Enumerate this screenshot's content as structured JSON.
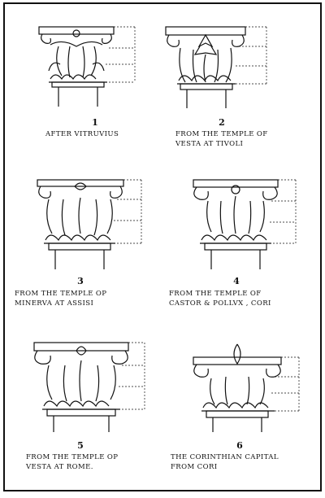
{
  "figures": [
    {
      "number": "1",
      "caption": "AFTER VITRUVIUS"
    },
    {
      "number": "2",
      "caption": "FROM THE TEMPLE OF\nVESTA AT TIVOLI"
    },
    {
      "number": "3",
      "caption": "FROM THE TEMPLE OP\nMINERVA AT ASSISI"
    },
    {
      "number": "4",
      "caption": "FROM THE TEMPLE OF\nCASTOR & POLLVX , CORI"
    },
    {
      "number": "5",
      "caption": "FROM THE TEMPLE OP\nVESTA AT ROME."
    },
    {
      "number": "6",
      "caption": "THE CORINTHIAN CAPITAL\nFROM CORI"
    }
  ]
}
